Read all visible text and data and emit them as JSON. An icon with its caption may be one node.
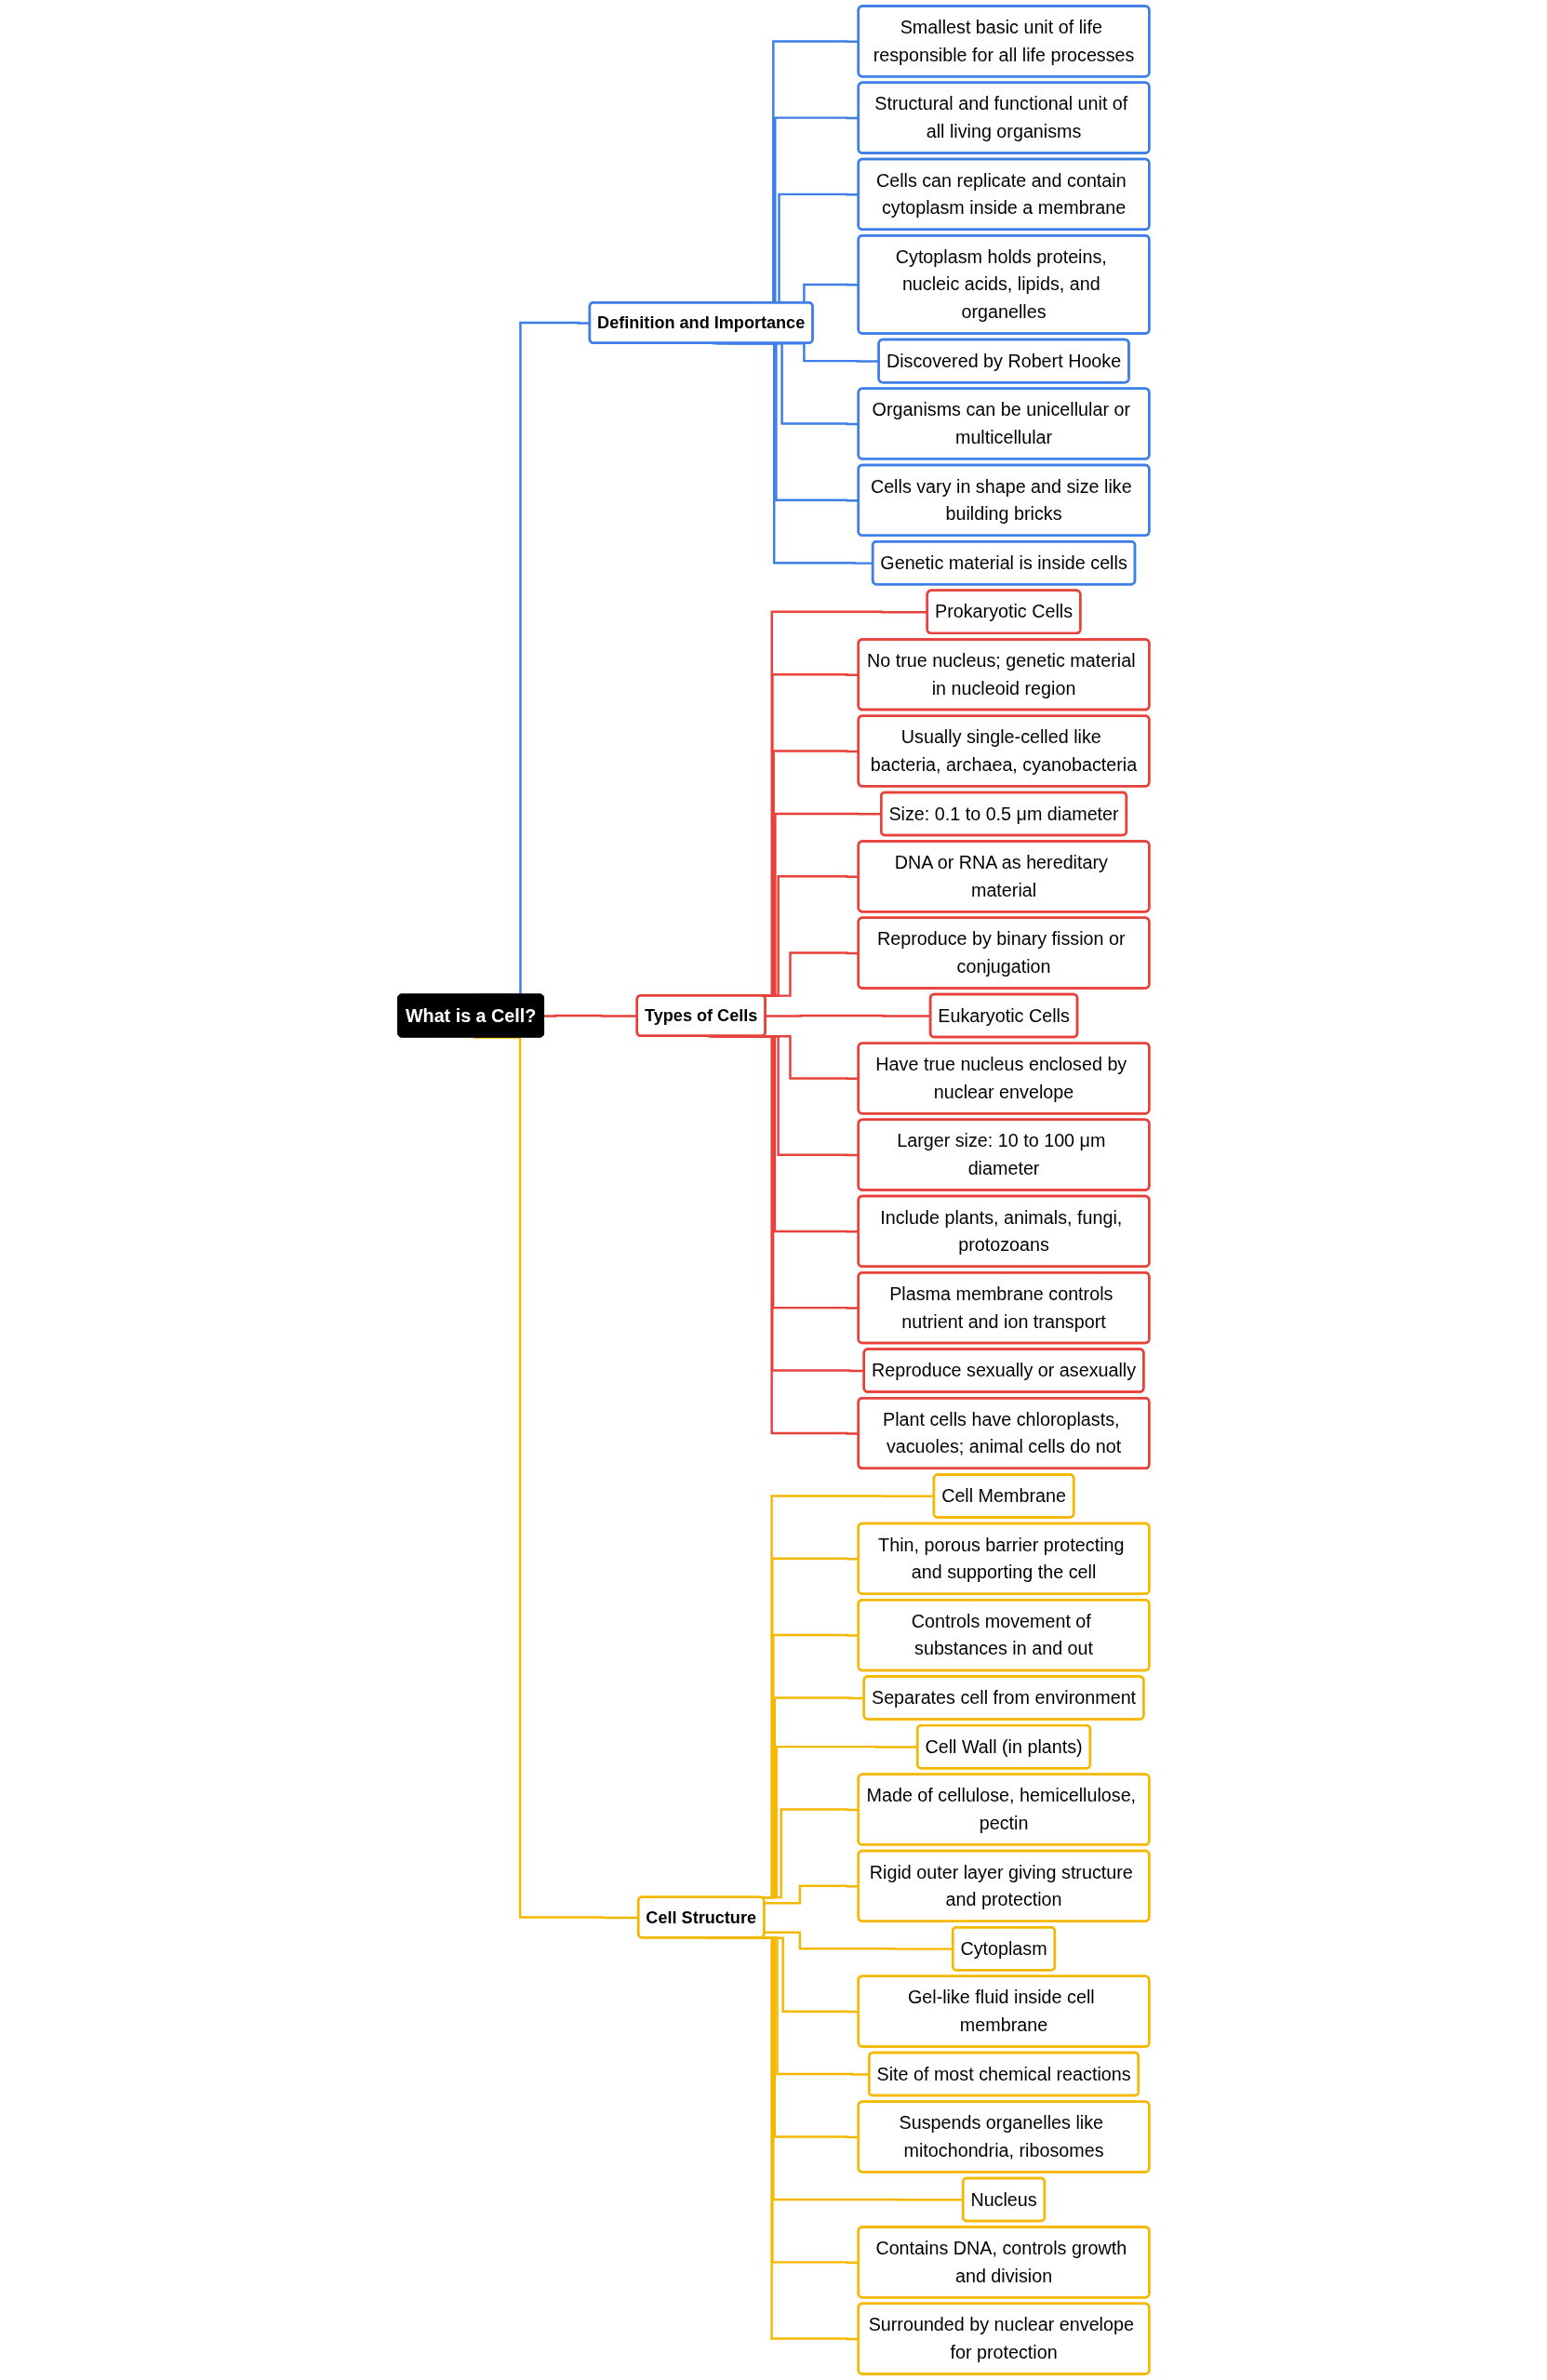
{
  "diagram": {
    "nodes": [
      {
        "text": [
          "What is a Cell?"
        ]
      },
      {
        "text": [
          "Definition and Importance"
        ]
      },
      {
        "text": [
          "Smallest basic unit of life responsible for all life processes"
        ]
      },
      {
        "text": [
          "Structural and functional unit of all living organisms"
        ]
      },
      {
        "text": [
          "Cells can replicate and contain cytoplasm inside a membrane"
        ]
      },
      {
        "text": [
          "Cytoplasm holds proteins, nucleic acids, lipids, and organelles"
        ]
      },
      {
        "text": [
          "Discovered by Robert Hooke"
        ]
      },
      {
        "text": [
          "Organisms can be unicellular or multicellular"
        ]
      },
      {
        "text": [
          "Cells vary in shape and size like building bricks"
        ]
      },
      {
        "text": [
          "Genetic material is inside cells"
        ]
      },
      {
        "text": [
          "Types of Cells"
        ]
      },
      {
        "text": [
          "Prokaryotic Cells"
        ]
      },
      {
        "text": [
          "No true nucleus; genetic material in nucleoid region"
        ]
      },
      {
        "text": [
          "Usually single-celled like bacteria, archaea, cyanobacteria"
        ]
      },
      {
        "text": [
          "Size: 0.1 to 0.5 μm diameter"
        ]
      },
      {
        "text": [
          "DNA or RNA as hereditary material"
        ]
      },
      {
        "text": [
          "Reproduce by binary fission or conjugation"
        ]
      },
      {
        "text": [
          "Eukaryotic Cells"
        ]
      },
      {
        "text": [
          "Have true nucleus enclosed by nuclear envelope"
        ]
      },
      {
        "text": [
          "Larger size: 10 to 100 μm diameter"
        ]
      },
      {
        "text": [
          "Include plants, animals, fungi, protozoans"
        ]
      },
      {
        "text": [
          "Plasma membrane controls nutrient and ion transport"
        ]
      },
      {
        "text": [
          "Reproduce sexually or asexually"
        ]
      },
      {
        "text": [
          "Plant cells have chloroplasts, vacuoles; animal cells do not"
        ]
      },
      {
        "text": [
          "Cell Structure"
        ]
      },
      {
        "text": [
          "Cell Membrane"
        ]
      },
      {
        "text": [
          "Thin, porous barrier protecting and supporting the cell"
        ]
      },
      {
        "text": [
          "Controls movement of substances in and out"
        ]
      },
      {
        "text": [
          "Separates cell from environment"
        ]
      },
      {
        "text": [
          "Cell Wall (in plants)"
        ]
      },
      {
        "text": [
          "Made of cellulose, hemicellulose, pectin"
        ]
      },
      {
        "text": [
          "Rigid outer layer giving structure and protection"
        ]
      },
      {
        "text": [
          "Cytoplasm"
        ]
      },
      {
        "text": [
          "Gel-like fluid inside cell membrane"
        ]
      },
      {
        "text": [
          "Site of most chemical reactions"
        ]
      },
      {
        "text": [
          "Suspends organelles like mitochondria, ribosomes"
        ]
      },
      {
        "text": [
          "Nucleus"
        ]
      },
      {
        "text": [
          "Contains DNA, controls growth and division"
        ]
      },
      {
        "text": [
          "Surrounded by nuclear envelope for protection"
        ]
      }
    ],
    "edges": [
      {
        "from": 0,
        "to": 1,
        "arrow": "none",
        "color": "#3d7ee8"
      },
      {
        "from": 1,
        "to": 2,
        "arrow": "none",
        "color": "#3d7ee8"
      },
      {
        "from": 1,
        "to": 3,
        "arrow": "none",
        "color": "#3d7ee8"
      },
      {
        "from": 1,
        "to": 4,
        "arrow": "none",
        "color": "#3d7ee8"
      },
      {
        "from": 1,
        "to": 5,
        "arrow": "none",
        "color": "#3d7ee8"
      },
      {
        "from": 1,
        "to": 6,
        "arrow": "none",
        "color": "#3d7ee8"
      },
      {
        "from": 1,
        "to": 7,
        "arrow": "none",
        "color": "#3d7ee8"
      },
      {
        "from": 1,
        "to": 8,
        "arrow": "none",
        "color": "#3d7ee8"
      },
      {
        "from": 1,
        "to": 9,
        "arrow": "none",
        "color": "#3d7ee8"
      },
      {
        "from": 0,
        "to": 10,
        "arrow": "none",
        "color": "#e8403b"
      },
      {
        "from": 10,
        "to": 11,
        "arrow": "none",
        "color": "#e8403b"
      },
      {
        "from": 10,
        "to": 12,
        "arrow": "none",
        "color": "#e8403b"
      },
      {
        "from": 10,
        "to": 13,
        "arrow": "none",
        "color": "#e8403b"
      },
      {
        "from": 10,
        "to": 14,
        "arrow": "none",
        "color": "#e8403b"
      },
      {
        "from": 10,
        "to": 15,
        "arrow": "none",
        "color": "#e8403b"
      },
      {
        "from": 10,
        "to": 16,
        "arrow": "none",
        "color": "#e8403b"
      },
      {
        "from": 10,
        "to": 17,
        "arrow": "none",
        "color": "#e8403b"
      },
      {
        "from": 10,
        "to": 18,
        "arrow": "none",
        "color": "#e8403b"
      },
      {
        "from": 10,
        "to": 19,
        "arrow": "none",
        "color": "#e8403b"
      },
      {
        "from": 10,
        "to": 20,
        "arrow": "none",
        "color": "#e8403b"
      },
      {
        "from": 10,
        "to": 21,
        "arrow": "none",
        "color": "#e8403b"
      },
      {
        "from": 10,
        "to": 22,
        "arrow": "none",
        "color": "#e8403b"
      },
      {
        "from": 10,
        "to": 23,
        "arrow": "none",
        "color": "#e8403b"
      },
      {
        "from": 0,
        "to": 24,
        "arrow": "none",
        "color": "#f5b800"
      },
      {
        "from": 24,
        "to": 25,
        "arrow": "none",
        "color": "#f5b800"
      },
      {
        "from": 24,
        "to": 26,
        "arrow": "none",
        "color": "#f5b800"
      },
      {
        "from": 24,
        "to": 27,
        "arrow": "none",
        "color": "#f5b800"
      },
      {
        "from": 24,
        "to": 28,
        "arrow": "none",
        "color": "#f5b800"
      },
      {
        "from": 24,
        "to": 29,
        "arrow": "none",
        "color": "#f5b800"
      },
      {
        "from": 24,
        "to": 30,
        "arrow": "none",
        "color": "#f5b800"
      },
      {
        "from": 24,
        "to": 31,
        "arrow": "none",
        "color": "#f5b800"
      },
      {
        "from": 24,
        "to": 32,
        "arrow": "none",
        "color": "#f5b800"
      },
      {
        "from": 24,
        "to": 33,
        "arrow": "none",
        "color": "#f5b800"
      },
      {
        "from": 24,
        "to": 34,
        "arrow": "none",
        "color": "#f5b800"
      },
      {
        "from": 24,
        "to": 35,
        "arrow": "none",
        "color": "#f5b800"
      },
      {
        "from": 24,
        "to": 36,
        "arrow": "none",
        "color": "#f5b800"
      },
      {
        "from": 24,
        "to": 37,
        "arrow": "none",
        "color": "#f5b800"
      },
      {
        "from": 24,
        "to": 38,
        "arrow": "none",
        "color": "#f5b800"
      }
    ]
  }
}
